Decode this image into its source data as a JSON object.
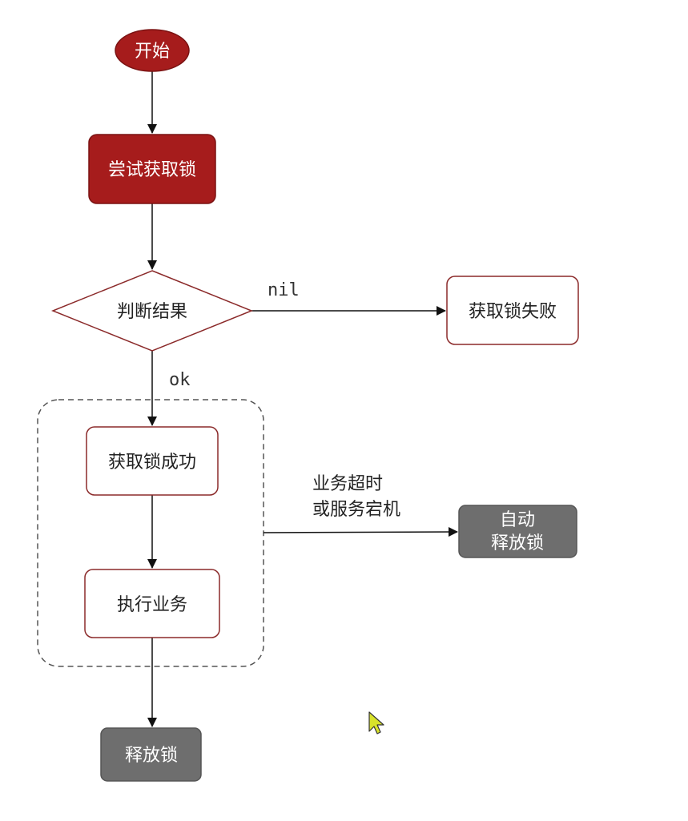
{
  "nodes": {
    "start": "开始",
    "try_lock": "尝试获取锁",
    "check_result": "判断结果",
    "lock_failed": "获取锁失败",
    "lock_success": "获取锁成功",
    "execute_business": "执行业务",
    "auto_release_line1": "自动",
    "auto_release_line2": "释放锁",
    "release_lock": "释放锁"
  },
  "edges": {
    "nil_label": "nil",
    "ok_label": "ok",
    "timeout_line1": "业务超时",
    "timeout_line2": "或服务宕机"
  },
  "colors": {
    "primary_red": "#a61c1c",
    "node_border": "#8b2a2a",
    "gray_node": "#6e6e6e",
    "arrow": "#111111",
    "dashed_group": "#555555"
  }
}
